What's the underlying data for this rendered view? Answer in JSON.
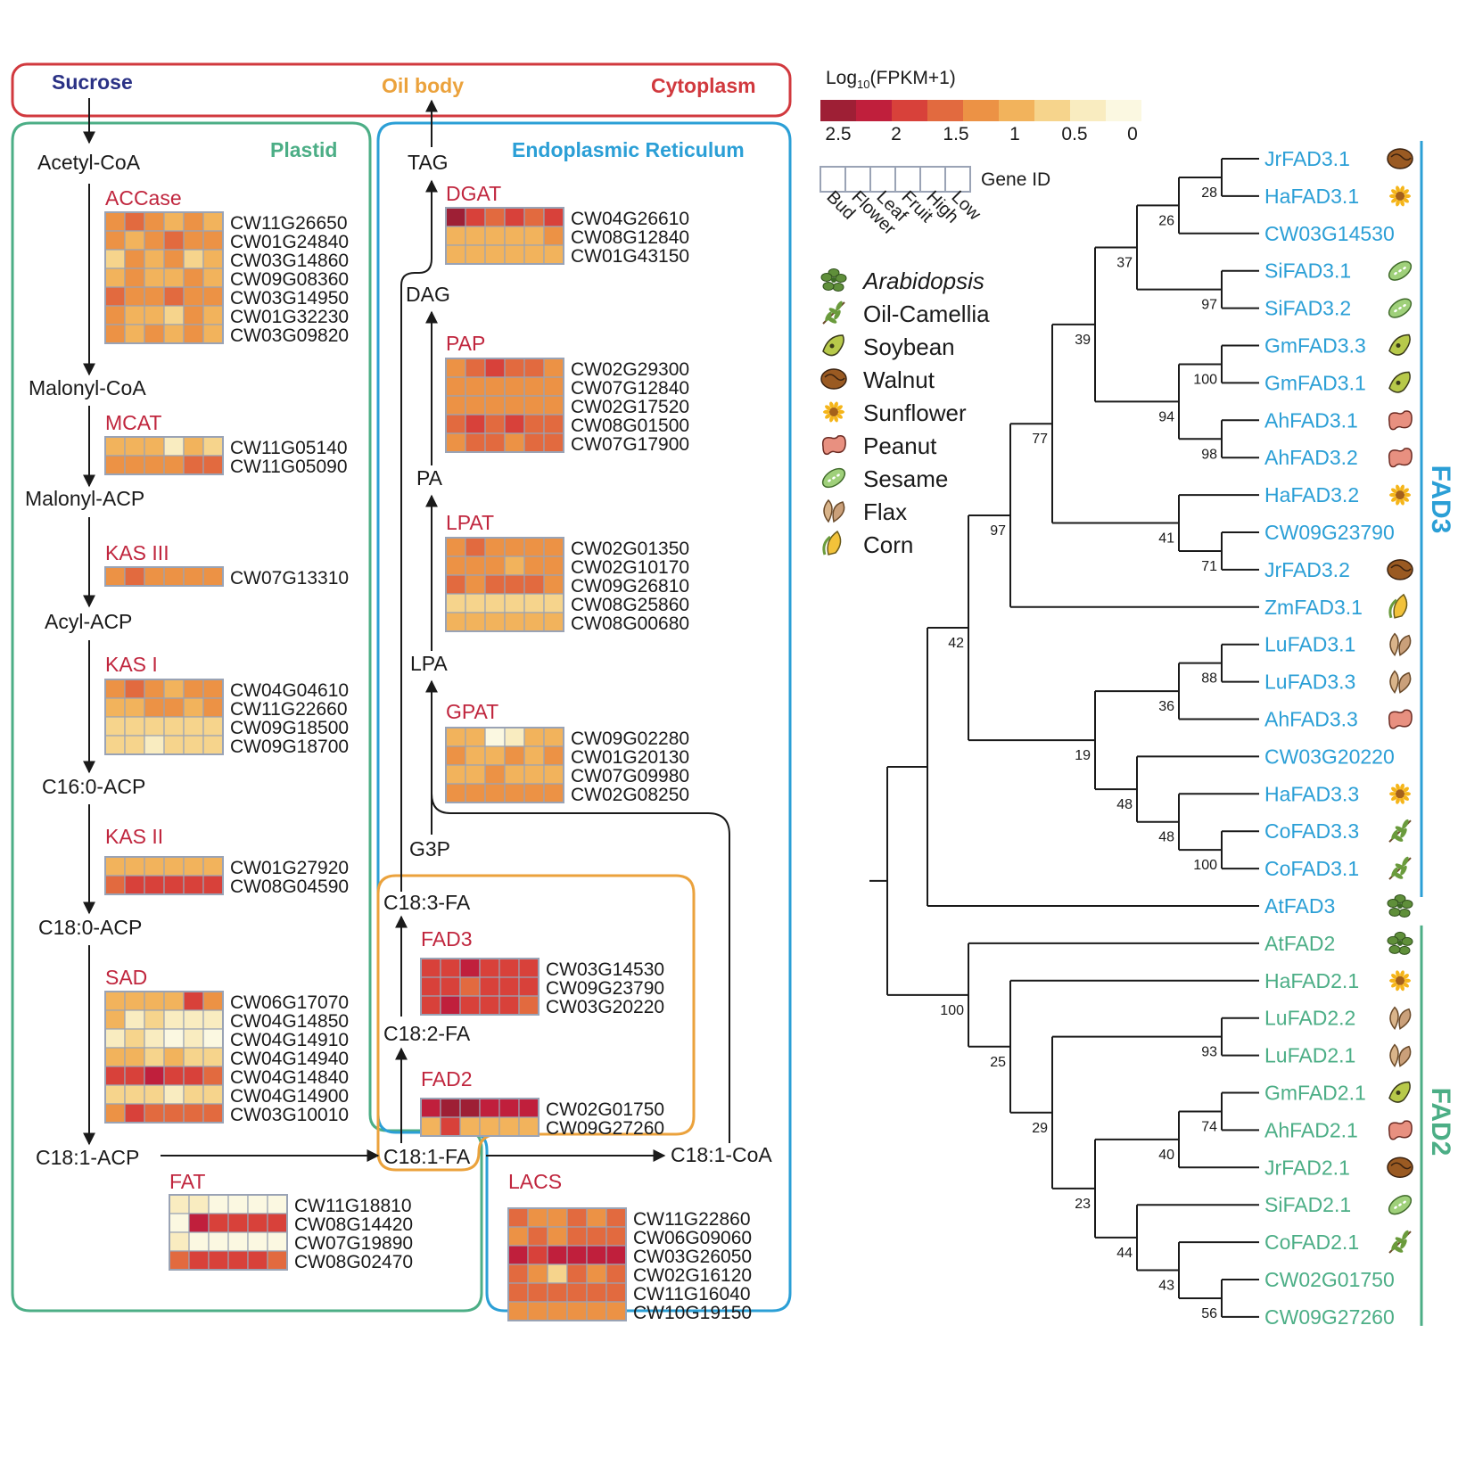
{
  "compartments": {
    "sucrose": "Sucrose",
    "oil_body": "Oil body",
    "cytoplasm": "Cytoplasm",
    "plastid": "Plastid",
    "er": "Endoplasmic Reticulum"
  },
  "legend": {
    "title_main": "Log",
    "title_sub": "10",
    "title_rest": "(FPKM+1)",
    "ticks": [
      "2.5",
      "2",
      "1.5",
      "1",
      "0.5",
      "0"
    ],
    "gene_id": "Gene ID",
    "samples": [
      "Bud",
      "Flower",
      "Leaf",
      "Fruit",
      "High",
      "Low"
    ],
    "species": [
      "Arabidopsis",
      "Oil-Camellia",
      "Soybean",
      "Walnut",
      "Sunflower",
      "Peanut",
      "Sesame",
      "Flax",
      "Corn"
    ]
  },
  "colors": {
    "scale": [
      "#9e1f35",
      "#c01f3c",
      "#d8413a",
      "#e26a3f",
      "#ec9245",
      "#f2b35c",
      "#f6d48c",
      "#f9ecc0",
      "#fbf8e1"
    ],
    "plastid": "#4cae86",
    "er": "#2b9fd6",
    "cytoplasm": "#d1393e",
    "oil_body": "#eba23c",
    "sucrose": "#2a3185",
    "enzyme": "#c0263e",
    "fad3": "#2b9fd6",
    "fad2": "#4cae86"
  },
  "metabolites": {
    "acetyl_coa": "Acetyl-CoA",
    "malonyl_coa": "Malonyl-CoA",
    "malonyl_acp": "Malonyl-ACP",
    "acyl_acp": "Acyl-ACP",
    "c160_acp": "C16:0-ACP",
    "c180_acp": "C18:0-ACP",
    "c181_acp": "C18:1-ACP",
    "tag": "TAG",
    "dag": "DAG",
    "pa": "PA",
    "lpa": "LPA",
    "g3p": "G3P",
    "c183_fa": "C18:3-FA",
    "c182_fa": "C18:2-FA",
    "c181_fa": "C18:1-FA",
    "c181_coa": "C18:1-CoA"
  },
  "enzymes": [
    {
      "name": "ACCase",
      "genes": [
        "CW11G26650",
        "CW01G24840",
        "CW03G14860",
        "CW09G08360",
        "CW03G14950",
        "CW01G32230",
        "CW03G09820"
      ],
      "values": [
        [
          4,
          3,
          4,
          5,
          4,
          5
        ],
        [
          4,
          5,
          4,
          3,
          4,
          4
        ],
        [
          6,
          4,
          5,
          4,
          6,
          5
        ],
        [
          5,
          4,
          5,
          5,
          4,
          5
        ],
        [
          3,
          4,
          4,
          3,
          4,
          4
        ],
        [
          4,
          5,
          5,
          6,
          4,
          5
        ],
        [
          4,
          5,
          4,
          5,
          4,
          5
        ]
      ]
    },
    {
      "name": "MCAT",
      "genes": [
        "CW11G05140",
        "CW11G05090"
      ],
      "values": [
        [
          5,
          5,
          5,
          7,
          5,
          6
        ],
        [
          4,
          4,
          4,
          4,
          3,
          3
        ]
      ]
    },
    {
      "name": "KAS III",
      "genes": [
        "CW07G13310"
      ],
      "values": [
        [
          4,
          3,
          4,
          4,
          4,
          4
        ]
      ]
    },
    {
      "name": "KAS I",
      "genes": [
        "CW04G04610",
        "CW11G22660",
        "CW09G18500",
        "CW09G18700"
      ],
      "values": [
        [
          4,
          3,
          4,
          5,
          4,
          4
        ],
        [
          5,
          5,
          4,
          4,
          5,
          4
        ],
        [
          6,
          6,
          6,
          6,
          6,
          6
        ],
        [
          6,
          6,
          7,
          6,
          6,
          6
        ]
      ]
    },
    {
      "name": "KAS II",
      "genes": [
        "CW01G27920",
        "CW08G04590"
      ],
      "values": [
        [
          5,
          5,
          5,
          5,
          5,
          5
        ],
        [
          3,
          2,
          2,
          2,
          2,
          2
        ]
      ]
    },
    {
      "name": "SAD",
      "genes": [
        "CW06G17070",
        "CW04G14850",
        "CW04G14910",
        "CW04G14940",
        "CW04G14840",
        "CW04G14900",
        "CW03G10010"
      ],
      "values": [
        [
          5,
          5,
          5,
          5,
          2,
          4
        ],
        [
          5,
          7,
          6,
          7,
          7,
          7
        ],
        [
          7,
          6,
          7,
          8,
          7,
          8
        ],
        [
          5,
          5,
          6,
          5,
          6,
          6
        ],
        [
          2,
          2,
          1,
          2,
          2,
          3
        ],
        [
          6,
          6,
          6,
          7,
          6,
          6
        ],
        [
          4,
          2,
          3,
          3,
          3,
          3
        ]
      ]
    },
    {
      "name": "FAT",
      "genes": [
        "CW11G18810",
        "CW08G14420",
        "CW07G19890",
        "CW08G02470"
      ],
      "values": [
        [
          7,
          7,
          8,
          8,
          8,
          8
        ],
        [
          8,
          1,
          2,
          2,
          2,
          2
        ],
        [
          7,
          8,
          8,
          8,
          8,
          8
        ],
        [
          3,
          2,
          2,
          2,
          2,
          3
        ]
      ]
    },
    {
      "name": "DGAT",
      "genes": [
        "CW04G26610",
        "CW08G12840",
        "CW01G43150"
      ],
      "values": [
        [
          0,
          2,
          3,
          2,
          3,
          2
        ],
        [
          5,
          5,
          5,
          5,
          5,
          4
        ],
        [
          5,
          5,
          5,
          5,
          5,
          5
        ]
      ]
    },
    {
      "name": "PAP",
      "genes": [
        "CW02G29300",
        "CW07G12840",
        "CW02G17520",
        "CW08G01500",
        "CW07G17900"
      ],
      "values": [
        [
          4,
          3,
          2,
          3,
          3,
          4
        ],
        [
          4,
          4,
          4,
          4,
          4,
          4
        ],
        [
          4,
          4,
          4,
          4,
          4,
          4
        ],
        [
          3,
          2,
          3,
          2,
          3,
          3
        ],
        [
          4,
          3,
          3,
          4,
          3,
          3
        ]
      ]
    },
    {
      "name": "LPAT",
      "genes": [
        "CW02G01350",
        "CW02G10170",
        "CW09G26810",
        "CW08G25860",
        "CW08G00680"
      ],
      "values": [
        [
          4,
          3,
          4,
          4,
          4,
          4
        ],
        [
          4,
          4,
          4,
          5,
          4,
          4
        ],
        [
          3,
          4,
          3,
          3,
          3,
          4
        ],
        [
          6,
          6,
          6,
          6,
          6,
          6
        ],
        [
          5,
          5,
          5,
          5,
          5,
          5
        ]
      ]
    },
    {
      "name": "GPAT",
      "genes": [
        "CW09G02280",
        "CW01G20130",
        "CW07G09980",
        "CW02G08250"
      ],
      "values": [
        [
          5,
          5,
          8,
          7,
          5,
          5
        ],
        [
          4,
          5,
          5,
          4,
          5,
          4
        ],
        [
          5,
          5,
          4,
          5,
          5,
          5
        ],
        [
          4,
          4,
          4,
          4,
          4,
          4
        ]
      ]
    },
    {
      "name": "FAD3",
      "genes": [
        "CW03G14530",
        "CW09G23790",
        "CW03G20220"
      ],
      "values": [
        [
          2,
          2,
          1,
          2,
          2,
          2
        ],
        [
          2,
          2,
          3,
          2,
          2,
          2
        ],
        [
          2,
          1,
          2,
          2,
          2,
          3
        ]
      ]
    },
    {
      "name": "FAD2",
      "genes": [
        "CW02G01750",
        "CW09G27260"
      ],
      "values": [
        [
          1,
          0,
          0,
          1,
          1,
          1
        ],
        [
          5,
          2,
          5,
          5,
          5,
          5
        ]
      ]
    },
    {
      "name": "LACS",
      "genes": [
        "CW11G22860",
        "CW06G09060",
        "CW03G26050",
        "CW02G16120",
        "CW11G16040",
        "CW10G19150"
      ],
      "values": [
        [
          3,
          4,
          4,
          3,
          4,
          3
        ],
        [
          4,
          3,
          4,
          3,
          3,
          3
        ],
        [
          1,
          2,
          1,
          1,
          1,
          1
        ],
        [
          3,
          4,
          6,
          3,
          4,
          3
        ],
        [
          3,
          3,
          3,
          3,
          3,
          3
        ],
        [
          4,
          4,
          4,
          4,
          4,
          4
        ]
      ]
    }
  ],
  "tree": {
    "group_fad3": "FAD3",
    "group_fad2": "FAD2",
    "leaves": [
      {
        "name": "JrFAD3.1",
        "sp": "walnut",
        "g": 3
      },
      {
        "name": "HaFAD3.1",
        "sp": "sunflower",
        "g": 3
      },
      {
        "name": "CW03G14530",
        "sp": "",
        "g": 3
      },
      {
        "name": "SiFAD3.1",
        "sp": "sesame",
        "g": 3
      },
      {
        "name": "SiFAD3.2",
        "sp": "sesame",
        "g": 3
      },
      {
        "name": "GmFAD3.3",
        "sp": "soybean",
        "g": 3
      },
      {
        "name": "GmFAD3.1",
        "sp": "soybean",
        "g": 3
      },
      {
        "name": "AhFAD3.1",
        "sp": "peanut",
        "g": 3
      },
      {
        "name": "AhFAD3.2",
        "sp": "peanut",
        "g": 3
      },
      {
        "name": "HaFAD3.2",
        "sp": "sunflower",
        "g": 3
      },
      {
        "name": "CW09G23790",
        "sp": "",
        "g": 3
      },
      {
        "name": "JrFAD3.2",
        "sp": "walnut",
        "g": 3
      },
      {
        "name": "ZmFAD3.1",
        "sp": "corn",
        "g": 3
      },
      {
        "name": "LuFAD3.1",
        "sp": "flax",
        "g": 3
      },
      {
        "name": "LuFAD3.3",
        "sp": "flax",
        "g": 3
      },
      {
        "name": "AhFAD3.3",
        "sp": "peanut",
        "g": 3
      },
      {
        "name": "CW03G20220",
        "sp": "",
        "g": 3
      },
      {
        "name": "HaFAD3.3",
        "sp": "sunflower",
        "g": 3
      },
      {
        "name": "CoFAD3.3",
        "sp": "camellia",
        "g": 3
      },
      {
        "name": "CoFAD3.1",
        "sp": "camellia",
        "g": 3
      },
      {
        "name": "AtFAD3",
        "sp": "arabidopsis",
        "g": 3
      },
      {
        "name": "AtFAD2",
        "sp": "arabidopsis",
        "g": 2
      },
      {
        "name": "HaFAD2.1",
        "sp": "sunflower",
        "g": 2
      },
      {
        "name": "LuFAD2.2",
        "sp": "flax",
        "g": 2
      },
      {
        "name": "LuFAD2.1",
        "sp": "flax",
        "g": 2
      },
      {
        "name": "GmFAD2.1",
        "sp": "soybean",
        "g": 2
      },
      {
        "name": "AhFAD2.1",
        "sp": "peanut",
        "g": 2
      },
      {
        "name": "JrFAD2.1",
        "sp": "walnut",
        "g": 2
      },
      {
        "name": "SiFAD2.1",
        "sp": "sesame",
        "g": 2
      },
      {
        "name": "CoFAD2.1",
        "sp": "camellia",
        "g": 2
      },
      {
        "name": "CW02G01750",
        "sp": "",
        "g": 2
      },
      {
        "name": "CW09G27260",
        "sp": "",
        "g": 2
      }
    ],
    "bootstrap": [
      "28",
      "26",
      "37",
      "97",
      "39",
      "100",
      "94",
      "98",
      "77",
      "41",
      "71",
      "97",
      "42",
      "88",
      "36",
      "19",
      "48",
      "48",
      "100",
      "100",
      "93",
      "25",
      "74",
      "40",
      "29",
      "23",
      "44",
      "43",
      "56"
    ]
  }
}
